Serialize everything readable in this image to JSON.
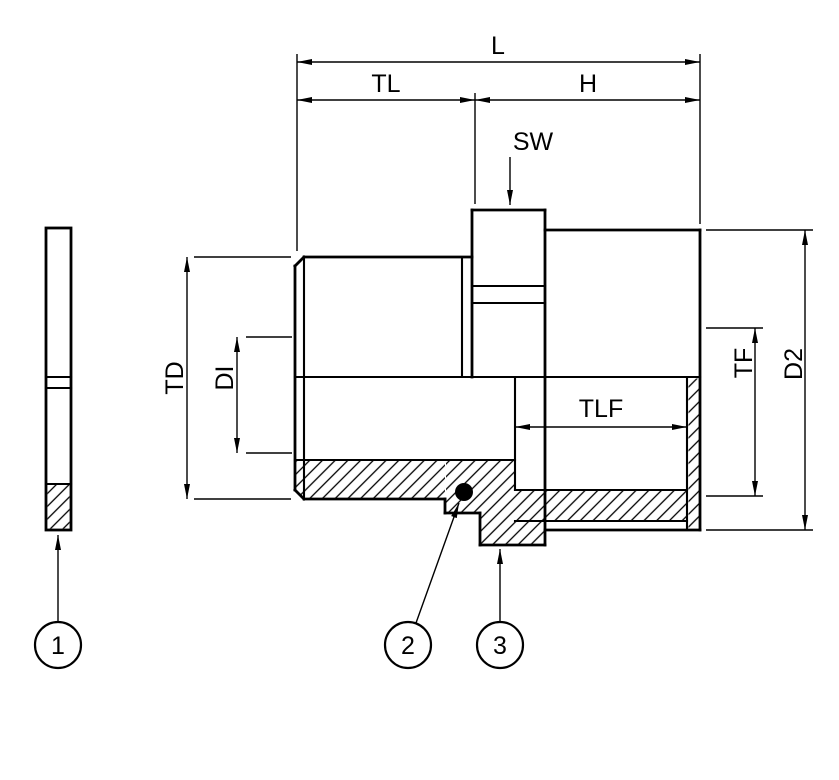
{
  "drawing": {
    "background": "#ffffff",
    "line_color": "#000000",
    "dim_labels": {
      "l": "L",
      "tl": "TL",
      "h": "H",
      "sw": "SW",
      "td": "TD",
      "di": "DI",
      "tlf": "TLF",
      "tf": "TF",
      "d2": "D2"
    },
    "callouts": [
      {
        "id": "1"
      },
      {
        "id": "2"
      },
      {
        "id": "3"
      }
    ]
  }
}
